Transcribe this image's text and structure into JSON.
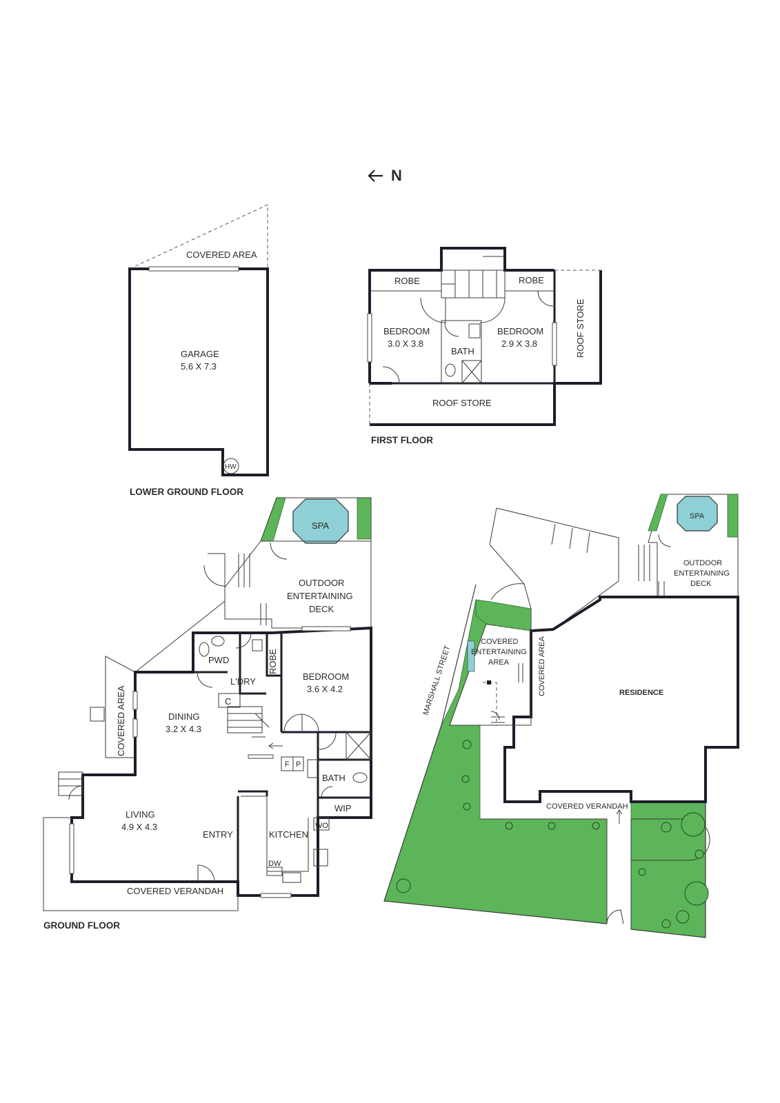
{
  "colors": {
    "wall": "#1e1e2a",
    "grass": "#5db55a",
    "spa_water": "#8fd0d6"
  },
  "compass": {
    "arrow": "←",
    "label": "N"
  },
  "lower_ground_floor": {
    "title": "LOWER GROUND FLOOR",
    "covered_area": "COVERED AREA",
    "garage_name": "GARAGE",
    "garage_dim": "5.6 X 7.3",
    "hot_water": "HW"
  },
  "first_floor": {
    "title": "FIRST FLOOR",
    "robe_left": "ROBE",
    "robe_right": "ROBE",
    "bedroom1_name": "BEDROOM",
    "bedroom1_dim": "3.0 X 3.8",
    "bedroom2_name": "BEDROOM",
    "bedroom2_dim": "2.9 X 3.8",
    "bath": "BATH",
    "roof_store_side": "ROOF STORE",
    "roof_store_bottom": "ROOF STORE"
  },
  "ground_floor": {
    "title": "GROUND FLOOR",
    "spa": "SPA",
    "deck_line1": "OUTDOOR",
    "deck_line2": "ENTERTAINING",
    "deck_line3": "DECK",
    "pwd": "PWD",
    "robe": "ROBE",
    "laundry": "L'DRY",
    "bedroom_name": "BEDROOM",
    "bedroom_dim": "3.6 X 4.2",
    "covered_area": "COVERED AREA",
    "dining_name": "DINING",
    "dining_dim": "3.2 X 4.3",
    "cupboard": "C",
    "fridge": "F",
    "pantry": "P",
    "bath": "BATH",
    "wip": "WIP",
    "wo": "WO",
    "living_name": "LIVING",
    "living_dim": "4.9 X 4.3",
    "entry": "ENTRY",
    "kitchen": "KITCHEN",
    "dw": "DW",
    "verandah": "COVERED VERANDAH"
  },
  "site_plan": {
    "spa": "SPA",
    "deck_line1": "OUTDOOR",
    "deck_line2": "ENTERTAINING",
    "deck_line3": "DECK",
    "covered_ent_line1": "COVERED",
    "covered_ent_line2": "ENTERTAINING",
    "covered_ent_line3": "AREA",
    "covered_area": "COVERED AREA",
    "residence": "RESIDENCE",
    "street": "MARSHALL STREET",
    "verandah": "COVERED VERANDAH"
  }
}
